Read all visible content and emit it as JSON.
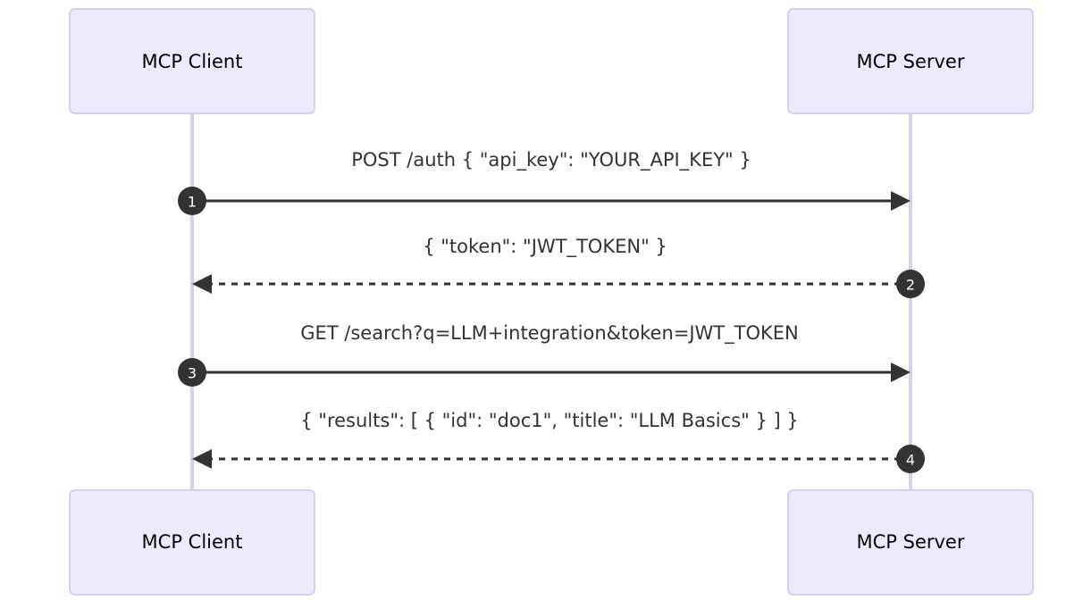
{
  "diagram": {
    "type": "sequence-diagram",
    "background_color": "#ffffff",
    "actor_fill": "#ECEAFB",
    "actor_border": "#D6CFF0",
    "lifeline_color": "#D6D0F0",
    "line_color": "#333333",
    "badge_fill": "#333333",
    "badge_text_color": "#ffffff"
  },
  "actors": [
    {
      "id": "client",
      "label": "MCP Client",
      "top_label": "MCP Client",
      "bottom_label": "MCP Client"
    },
    {
      "id": "server",
      "label": "MCP Server",
      "top_label": "MCP Server",
      "bottom_label": "MCP Server"
    }
  ],
  "messages": [
    {
      "seq": "1",
      "label": "POST /auth { \"api_key\": \"YOUR_API_KEY\" }",
      "from": "client",
      "to": "server",
      "direction": "right",
      "style": "solid"
    },
    {
      "seq": "2",
      "label": "{ \"token\": \"JWT_TOKEN\" }",
      "from": "server",
      "to": "client",
      "direction": "left",
      "style": "dashed"
    },
    {
      "seq": "3",
      "label": "GET /search?q=LLM+integration&token=JWT_TOKEN",
      "from": "client",
      "to": "server",
      "direction": "right",
      "style": "solid"
    },
    {
      "seq": "4",
      "label": "{ \"results\": [ { \"id\": \"doc1\", \"title\": \"LLM Basics\" } ] }",
      "from": "server",
      "to": "client",
      "direction": "left",
      "style": "dashed"
    }
  ]
}
